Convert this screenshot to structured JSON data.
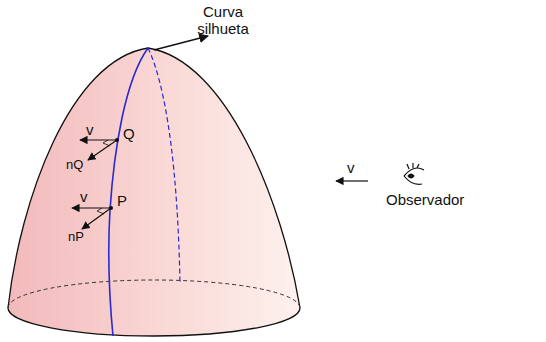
{
  "diagram": {
    "labels": [
      "Curva silhueta",
      "v",
      "Q",
      "nQ",
      "v",
      "P",
      "nP",
      "v",
      "Observador"
    ]
  }
}
